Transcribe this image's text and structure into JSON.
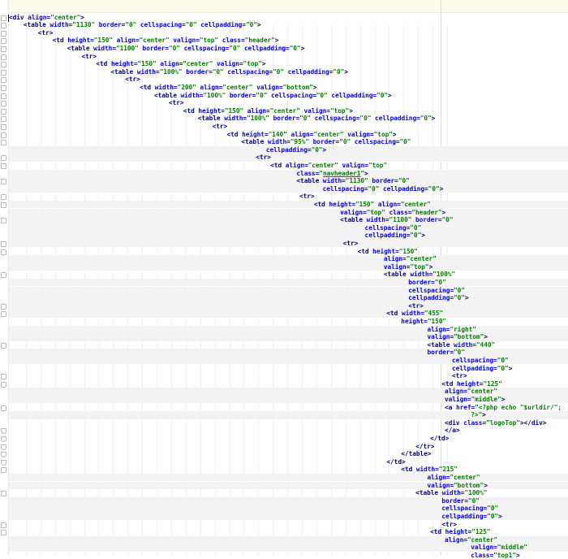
{
  "editor": {
    "lines": [
      {
        "i": 0,
        "segs": [
          [
            "t",
            "<div "
          ],
          [
            "a",
            "align="
          ],
          [
            "v",
            "\"center\""
          ],
          [
            "t",
            ">"
          ]
        ]
      },
      {
        "i": 1,
        "segs": [
          [
            "t",
            "<table "
          ],
          [
            "a",
            "width="
          ],
          [
            "v",
            "\"1130\""
          ],
          [
            "a",
            " border="
          ],
          [
            "v",
            "\"0\""
          ],
          [
            "a",
            " cellspacing="
          ],
          [
            "v",
            "\"0\""
          ],
          [
            "a",
            " cellpadding="
          ],
          [
            "v",
            "\"0\""
          ],
          [
            "t",
            ">"
          ]
        ]
      },
      {
        "i": 2,
        "segs": [
          [
            "t",
            "<tr>"
          ]
        ]
      },
      {
        "i": 3,
        "segs": [
          [
            "t",
            "<td "
          ],
          [
            "a",
            "height="
          ],
          [
            "v",
            "\"150\""
          ],
          [
            "a",
            " align="
          ],
          [
            "v",
            "\"center\""
          ],
          [
            "a",
            " valign="
          ],
          [
            "v",
            "\"top\""
          ],
          [
            "a",
            " class="
          ],
          [
            "v",
            "\"header\""
          ],
          [
            "t",
            ">"
          ]
        ]
      },
      {
        "i": 4,
        "segs": [
          [
            "t",
            "<table "
          ],
          [
            "a",
            "width="
          ],
          [
            "v",
            "\"1100\""
          ],
          [
            "a",
            " border="
          ],
          [
            "v",
            "\"0\""
          ],
          [
            "a",
            " cellspacing="
          ],
          [
            "v",
            "\"0\""
          ],
          [
            "a",
            " cellpadding="
          ],
          [
            "v",
            "\"0\""
          ],
          [
            "t",
            ">"
          ]
        ]
      },
      {
        "i": 5,
        "segs": [
          [
            "t",
            "<tr>"
          ]
        ]
      },
      {
        "i": 6,
        "segs": [
          [
            "t",
            "<td "
          ],
          [
            "a",
            "height="
          ],
          [
            "v",
            "\"150\""
          ],
          [
            "a",
            " align="
          ],
          [
            "v",
            "\"center\""
          ],
          [
            "a",
            " valign="
          ],
          [
            "v",
            "\"top\""
          ],
          [
            "t",
            ">"
          ]
        ]
      },
      {
        "i": 7,
        "segs": [
          [
            "t",
            "<table "
          ],
          [
            "a",
            "width="
          ],
          [
            "v",
            "\"100%\""
          ],
          [
            "a",
            " border="
          ],
          [
            "v",
            "\"0\""
          ],
          [
            "a",
            " cellspacing="
          ],
          [
            "v",
            "\"0\""
          ],
          [
            "a",
            " cellpadding="
          ],
          [
            "v",
            "\"0\""
          ],
          [
            "t",
            ">"
          ]
        ]
      },
      {
        "i": 8,
        "segs": [
          [
            "t",
            "<tr>"
          ]
        ]
      },
      {
        "i": 9,
        "segs": [
          [
            "t",
            "<td "
          ],
          [
            "a",
            "width="
          ],
          [
            "v",
            "\"200\""
          ],
          [
            "a",
            " align="
          ],
          [
            "v",
            "\"center\""
          ],
          [
            "a",
            " valign="
          ],
          [
            "v",
            "\"bottom\""
          ],
          [
            "t",
            ">"
          ]
        ]
      },
      {
        "i": 10,
        "segs": [
          [
            "t",
            "<table "
          ],
          [
            "a",
            "width="
          ],
          [
            "v",
            "\"100%\""
          ],
          [
            "a",
            " border="
          ],
          [
            "v",
            "\"0\""
          ],
          [
            "a",
            " cellspacing="
          ],
          [
            "v",
            "\"0\""
          ],
          [
            "a",
            " cellpadding="
          ],
          [
            "v",
            "\"0\""
          ],
          [
            "t",
            ">"
          ]
        ]
      },
      {
        "i": 11,
        "segs": [
          [
            "t",
            "<tr>"
          ]
        ]
      },
      {
        "i": 12,
        "segs": [
          [
            "t",
            "<td "
          ],
          [
            "a",
            "height="
          ],
          [
            "v",
            "\"150\""
          ],
          [
            "a",
            " align="
          ],
          [
            "v",
            "\"center\""
          ],
          [
            "a",
            " valign="
          ],
          [
            "v",
            "\"top\""
          ],
          [
            "t",
            ">"
          ]
        ]
      },
      {
        "i": 13,
        "segs": [
          [
            "t",
            "<table "
          ],
          [
            "a",
            "width="
          ],
          [
            "v",
            "\"100%\""
          ],
          [
            "a",
            " border="
          ],
          [
            "v",
            "\"0\""
          ],
          [
            "a",
            " cellspacing="
          ],
          [
            "v",
            "\"0\""
          ],
          [
            "a",
            " cellpadding="
          ],
          [
            "v",
            "\"0\""
          ],
          [
            "t",
            ">"
          ]
        ]
      },
      {
        "i": 14,
        "segs": [
          [
            "t",
            "<tr>"
          ]
        ]
      },
      {
        "i": 15,
        "segs": [
          [
            "t",
            "<td "
          ],
          [
            "a",
            "height="
          ],
          [
            "v",
            "\"140\""
          ],
          [
            "a",
            " align="
          ],
          [
            "v",
            "\"center\""
          ],
          [
            "a",
            " valign="
          ],
          [
            "v",
            "\"top\""
          ],
          [
            "t",
            ">"
          ]
        ]
      },
      {
        "i": 16,
        "segs": [
          [
            "t",
            "<table "
          ],
          [
            "a",
            "width="
          ],
          [
            "v",
            "\"95%\""
          ],
          [
            "a",
            " border="
          ],
          [
            "v",
            "\"0\""
          ],
          [
            "a",
            " cellspacing="
          ],
          [
            "v",
            "\"0\""
          ]
        ]
      },
      {
        "i": 17,
        "segs": [
          [
            "a",
            "cellpadding="
          ],
          [
            "v",
            "\"0\""
          ],
          [
            "t",
            ">"
          ]
        ]
      },
      {
        "i": 18,
        "segs": [
          [
            "t",
            "<tr>"
          ]
        ]
      },
      {
        "i": 19,
        "segs": [
          [
            "t",
            "<td "
          ],
          [
            "a",
            "align="
          ],
          [
            "v",
            "\"center\""
          ],
          [
            "a",
            " valign="
          ],
          [
            "v",
            "\"top\""
          ]
        ]
      },
      {
        "i": 20,
        "segs": [
          [
            "a",
            "class="
          ],
          [
            "v",
            "\""
          ],
          [
            "u",
            "navheader1"
          ],
          [
            "v",
            "\""
          ],
          [
            "t",
            ">"
          ]
        ]
      },
      {
        "i": 21,
        "segs": [
          [
            "t",
            "<table "
          ],
          [
            "a",
            "width="
          ],
          [
            "v",
            "\"1130\""
          ],
          [
            "a",
            " border="
          ],
          [
            "v",
            "\"0\""
          ]
        ]
      },
      {
        "i": 22,
        "segs": [
          [
            "a",
            "cellspacing="
          ],
          [
            "v",
            "\"0\""
          ],
          [
            "a",
            " cellpadding="
          ],
          [
            "v",
            "\"0\""
          ],
          [
            "t",
            ">"
          ]
        ]
      },
      {
        "i": 23,
        "segs": [
          [
            "t",
            "<tr>"
          ]
        ]
      },
      {
        "i": 24,
        "segs": [
          [
            "t",
            "<td "
          ],
          [
            "a",
            "height="
          ],
          [
            "v",
            "\"150\""
          ],
          [
            "a",
            " align="
          ],
          [
            "v",
            "\"center\""
          ]
        ]
      },
      {
        "i": 25,
        "segs": [
          [
            "a",
            "valign="
          ],
          [
            "v",
            "\"top\""
          ],
          [
            "a",
            " class="
          ],
          [
            "v",
            "\"header\""
          ],
          [
            "t",
            ">"
          ]
        ]
      },
      {
        "i": 26,
        "segs": [
          [
            "t",
            "<table "
          ],
          [
            "a",
            "width="
          ],
          [
            "v",
            "\"1100\""
          ],
          [
            "a",
            " border="
          ],
          [
            "v",
            "\"0\""
          ]
        ]
      },
      {
        "i": 27,
        "segs": [
          [
            "a",
            "cellspacing="
          ],
          [
            "v",
            "\"0\""
          ]
        ]
      },
      {
        "i": 28,
        "segs": [
          [
            "a",
            "cellpadding="
          ],
          [
            "v",
            "\"0\""
          ],
          [
            "t",
            ">"
          ]
        ]
      },
      {
        "i": 29,
        "segs": [
          [
            "t",
            "<tr>"
          ]
        ]
      },
      {
        "i": 30,
        "segs": [
          [
            "t",
            "<td "
          ],
          [
            "a",
            "height="
          ],
          [
            "v",
            "\"150\""
          ]
        ]
      },
      {
        "i": 31,
        "segs": [
          [
            "a",
            "align="
          ],
          [
            "v",
            "\"center\""
          ]
        ]
      },
      {
        "i": 32,
        "segs": [
          [
            "a",
            "valign="
          ],
          [
            "v",
            "\"top\""
          ],
          [
            "t",
            ">"
          ]
        ]
      },
      {
        "i": 33,
        "segs": [
          [
            "t",
            "<table "
          ],
          [
            "a",
            "width="
          ],
          [
            "v",
            "\"100%\""
          ]
        ]
      },
      {
        "i": 34,
        "segs": [
          [
            "a",
            "border="
          ],
          [
            "v",
            "\"0\""
          ]
        ]
      },
      {
        "i": 35,
        "segs": [
          [
            "a",
            "cellspacing="
          ],
          [
            "v",
            "\"0\""
          ]
        ]
      },
      {
        "i": 36,
        "segs": [
          [
            "a",
            "cellpadding="
          ],
          [
            "v",
            "\"0\""
          ],
          [
            "t",
            ">"
          ]
        ]
      },
      {
        "i": 37,
        "segs": [
          [
            "t",
            "<tr>"
          ]
        ]
      },
      {
        "i": 38,
        "segs": [
          [
            "t",
            "<td "
          ],
          [
            "a",
            "width="
          ],
          [
            "v",
            "\"455\""
          ]
        ]
      },
      {
        "i": 39,
        "segs": [
          [
            "a",
            "height="
          ],
          [
            "v",
            "\"150\""
          ]
        ]
      },
      {
        "i": 40,
        "segs": [
          [
            "a",
            "align="
          ],
          [
            "v",
            "\"right\""
          ]
        ]
      },
      {
        "i": 41,
        "segs": [
          [
            "a",
            "valign="
          ],
          [
            "v",
            "\"bottom\""
          ],
          [
            "t",
            ">"
          ]
        ]
      },
      {
        "i": 42,
        "segs": [
          [
            "t",
            "<table "
          ],
          [
            "a",
            "width="
          ],
          [
            "v",
            "\"440\""
          ]
        ]
      },
      {
        "i": 43,
        "segs": [
          [
            "a",
            "border="
          ],
          [
            "v",
            "\"0\""
          ]
        ]
      },
      {
        "i": 44,
        "segs": [
          [
            "a",
            "cellspacing="
          ],
          [
            "v",
            "\"0\""
          ]
        ]
      },
      {
        "i": 45,
        "segs": [
          [
            "a",
            "cellpadding="
          ],
          [
            "v",
            "\"0\""
          ],
          [
            "t",
            ">"
          ]
        ]
      },
      {
        "i": 46,
        "segs": [
          [
            "t",
            "<tr>"
          ]
        ]
      },
      {
        "i": 47,
        "segs": [
          [
            "t",
            "<td "
          ],
          [
            "a",
            "height="
          ],
          [
            "v",
            "\"125\""
          ]
        ]
      },
      {
        "i": 48,
        "segs": [
          [
            "a",
            "align="
          ],
          [
            "v",
            "\"center\""
          ]
        ]
      },
      {
        "i": 49,
        "segs": [
          [
            "a",
            "valign="
          ],
          [
            "v",
            "\"middle\""
          ],
          [
            "t",
            ">"
          ]
        ]
      },
      {
        "i": 50,
        "segs": [
          [
            "t",
            "<a "
          ],
          [
            "a",
            "href="
          ],
          [
            "v",
            "\"<?php echo \"$urldir/\";"
          ]
        ]
      },
      {
        "i": 51,
        "segs": [
          [
            "v",
            "?>\""
          ],
          [
            "t",
            ">"
          ]
        ]
      },
      {
        "i": 52,
        "segs": [
          [
            "t",
            "<div "
          ],
          [
            "a",
            "class="
          ],
          [
            "v",
            "\"logoTop\""
          ],
          [
            "t",
            "></div>"
          ]
        ]
      },
      {
        "i": 53,
        "segs": [
          [
            "t",
            "</a>"
          ]
        ]
      },
      {
        "i": 54,
        "segs": [
          [
            "t",
            "</td>"
          ]
        ]
      },
      {
        "i": 55,
        "segs": [
          [
            "t",
            "</tr>"
          ]
        ]
      },
      {
        "i": 56,
        "segs": [
          [
            "t",
            "</table>"
          ]
        ]
      },
      {
        "i": 57,
        "segs": [
          [
            "t",
            "</td>"
          ]
        ]
      },
      {
        "i": 58,
        "segs": [
          [
            "t",
            "<td "
          ],
          [
            "a",
            "width="
          ],
          [
            "v",
            "\"215\""
          ]
        ]
      },
      {
        "i": 59,
        "segs": [
          [
            "a",
            "align="
          ],
          [
            "v",
            "\"center\""
          ]
        ]
      },
      {
        "i": 60,
        "segs": [
          [
            "a",
            "valign="
          ],
          [
            "v",
            "\"bottom\""
          ],
          [
            "t",
            ">"
          ]
        ]
      },
      {
        "i": 61,
        "segs": [
          [
            "t",
            "<table "
          ],
          [
            "a",
            "width="
          ],
          [
            "v",
            "\"100%\""
          ]
        ]
      },
      {
        "i": 62,
        "segs": [
          [
            "a",
            "border="
          ],
          [
            "v",
            "\"0\""
          ]
        ]
      },
      {
        "i": 63,
        "segs": [
          [
            "a",
            "cellspacing="
          ],
          [
            "v",
            "\"0\""
          ]
        ]
      },
      {
        "i": 64,
        "segs": [
          [
            "a",
            "cellpadding="
          ],
          [
            "v",
            "\"0\""
          ],
          [
            "t",
            ">"
          ]
        ]
      },
      {
        "i": 65,
        "segs": [
          [
            "t",
            "<tr>"
          ]
        ]
      },
      {
        "i": 66,
        "segs": [
          [
            "t",
            "<td "
          ],
          [
            "a",
            "height="
          ],
          [
            "v",
            "\"125\""
          ]
        ]
      },
      {
        "i": 67,
        "segs": [
          [
            "a",
            "align="
          ],
          [
            "v",
            "\"center\""
          ]
        ]
      },
      {
        "i": 68,
        "segs": [
          [
            "a",
            "valign="
          ],
          [
            "v",
            "\"middle\""
          ]
        ]
      },
      {
        "i": 69,
        "segs": [
          [
            "a",
            "class="
          ],
          [
            "v",
            "\"top1\""
          ],
          [
            "t",
            ">"
          ]
        ]
      }
    ]
  }
}
